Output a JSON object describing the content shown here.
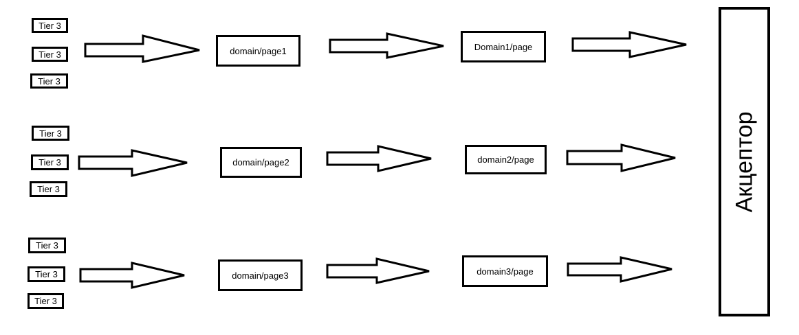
{
  "diagram": {
    "rows": [
      {
        "tiers": [
          "Tier 3",
          "Tier 3",
          "Tier 3"
        ],
        "nodes": [
          "domain/page1",
          "Domain1/page"
        ]
      },
      {
        "tiers": [
          "Tier 3",
          "Tier 3",
          "Tier 3"
        ],
        "nodes": [
          "domain/page2",
          "domain2/page"
        ]
      },
      {
        "tiers": [
          "Tier 3",
          "Tier 3",
          "Tier 3"
        ],
        "nodes": [
          "domain/page3",
          "domain3/page"
        ]
      }
    ],
    "acceptor": "Акцептор",
    "colors": {
      "stroke": "#000000",
      "background": "#ffffff"
    }
  }
}
